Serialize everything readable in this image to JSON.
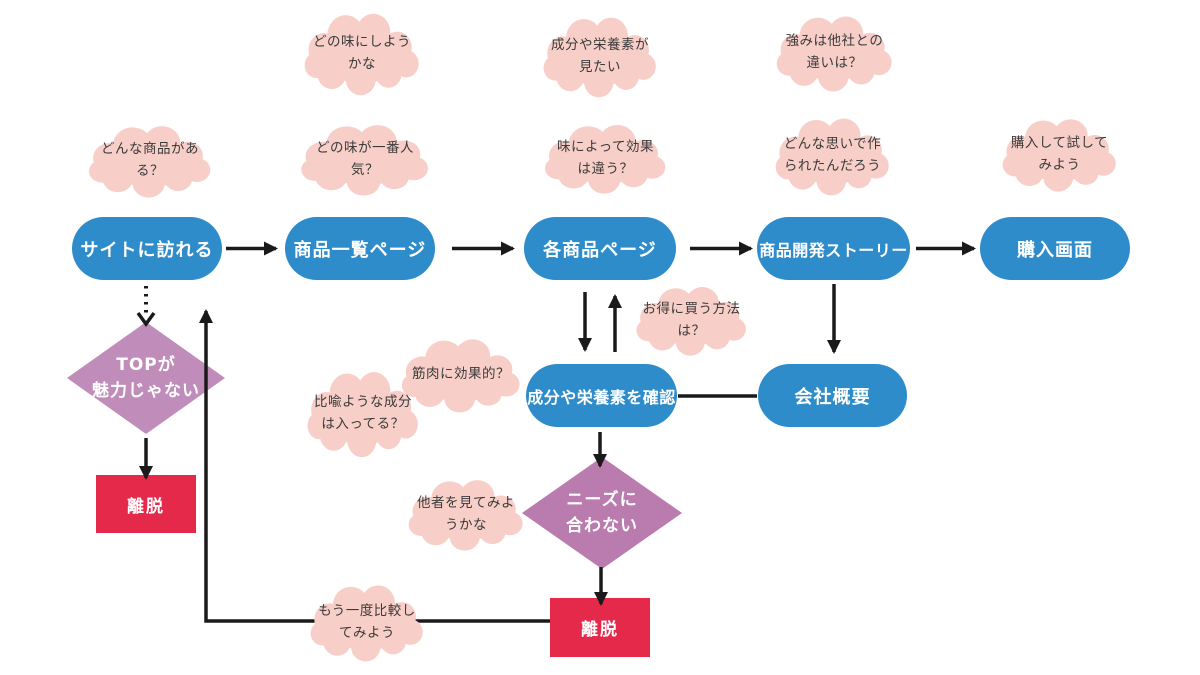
{
  "title": "purchase-journey-flowchart",
  "colors": {
    "stage-blue": "#2f8cca",
    "cloud-pink": "#f8cfc8",
    "cloud-text": "#3a3a3a",
    "diamond-top": "#c08dbb",
    "diamond-needs": "#ba7cae",
    "exit-red": "#e5294b",
    "arrow-black": "#1a1a1a"
  },
  "stages": [
    {
      "label": "サイトに訪れる"
    },
    {
      "label": "商品一覧ページ"
    },
    {
      "label": "各商品ページ"
    },
    {
      "label": "商品開発ストーリー"
    },
    {
      "label": "購入画面"
    },
    {
      "label": "成分や栄養素を確認"
    },
    {
      "label": "会社概要"
    }
  ],
  "decisions": [
    {
      "label": "TOPが\n魅力じゃない"
    },
    {
      "label": "ニーズに\n合わない"
    }
  ],
  "exits": [
    {
      "label": "離脱"
    },
    {
      "label": "離脱"
    }
  ],
  "thoughts": [
    {
      "text": "どんな商品があ\nる？"
    },
    {
      "text": "どの味にしよう\nかな"
    },
    {
      "text": "どの味が一番人\n気？"
    },
    {
      "text": "成分や栄養素が\n見たい"
    },
    {
      "text": "味によって効果\nは違う？"
    },
    {
      "text": "強みは他社との\n違いは？"
    },
    {
      "text": "どんな思いで作\nられたんだろう"
    },
    {
      "text": "購入して試して\nみよう"
    },
    {
      "text": "お得に買う方法\nは？"
    },
    {
      "text": "筋肉に効果的？"
    },
    {
      "text": "比喩ような成分\nは入ってる？"
    },
    {
      "text": "他者を見てみよ\nうかな"
    },
    {
      "text": "もう一度比較し\nてみよう"
    }
  ]
}
